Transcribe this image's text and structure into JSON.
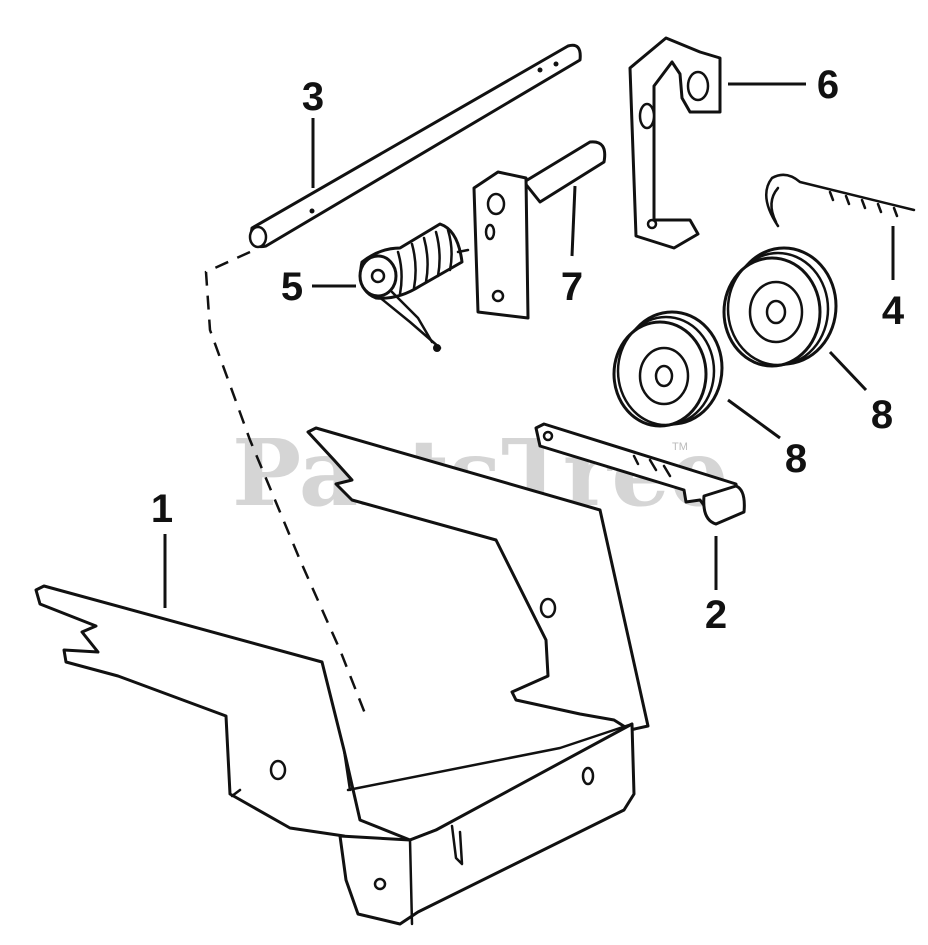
{
  "watermark": {
    "text": "PartsTree",
    "trademark": "TM"
  },
  "callouts": [
    {
      "id": "1",
      "label": "1"
    },
    {
      "id": "2",
      "label": "2"
    },
    {
      "id": "3",
      "label": "3"
    },
    {
      "id": "4",
      "label": "4"
    },
    {
      "id": "5",
      "label": "5"
    },
    {
      "id": "6",
      "label": "6"
    },
    {
      "id": "7",
      "label": "7"
    },
    {
      "id": "8a",
      "label": "8"
    },
    {
      "id": "8b",
      "label": "8"
    }
  ],
  "colors": {
    "line": "#111111",
    "background": "#ffffff",
    "watermark": "#c8c8c8"
  }
}
